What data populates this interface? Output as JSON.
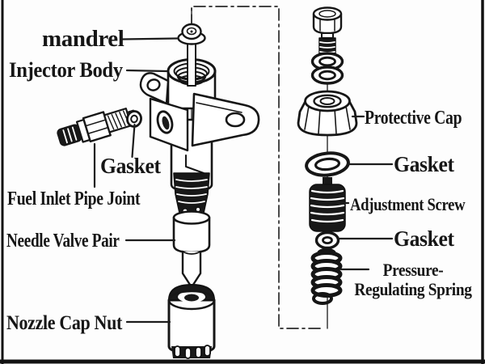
{
  "figure": {
    "kind": "exploded-parts-diagram",
    "labels": {
      "mandrel": "mandrel",
      "injector_body": "Injector Body",
      "gasket_left": "Gasket",
      "fuel_inlet_pipe_joint": "Fuel Inlet Pipe Joint",
      "needle_valve_pair": "Needle Valve Pair",
      "nozzle_cap_nut": "Nozzle Cap Nut",
      "protective_cap": "Protective Cap",
      "gasket_right_upper": "Gasket",
      "adjustment_screw": "Adjustment Screw",
      "gasket_right_lower": "Gasket",
      "pressure_regulating_spring_line1": "Pressure-",
      "pressure_regulating_spring_line2": "Regulating Spring"
    },
    "colors": {
      "ink": "#161616",
      "background": "#fdfdfd"
    }
  }
}
